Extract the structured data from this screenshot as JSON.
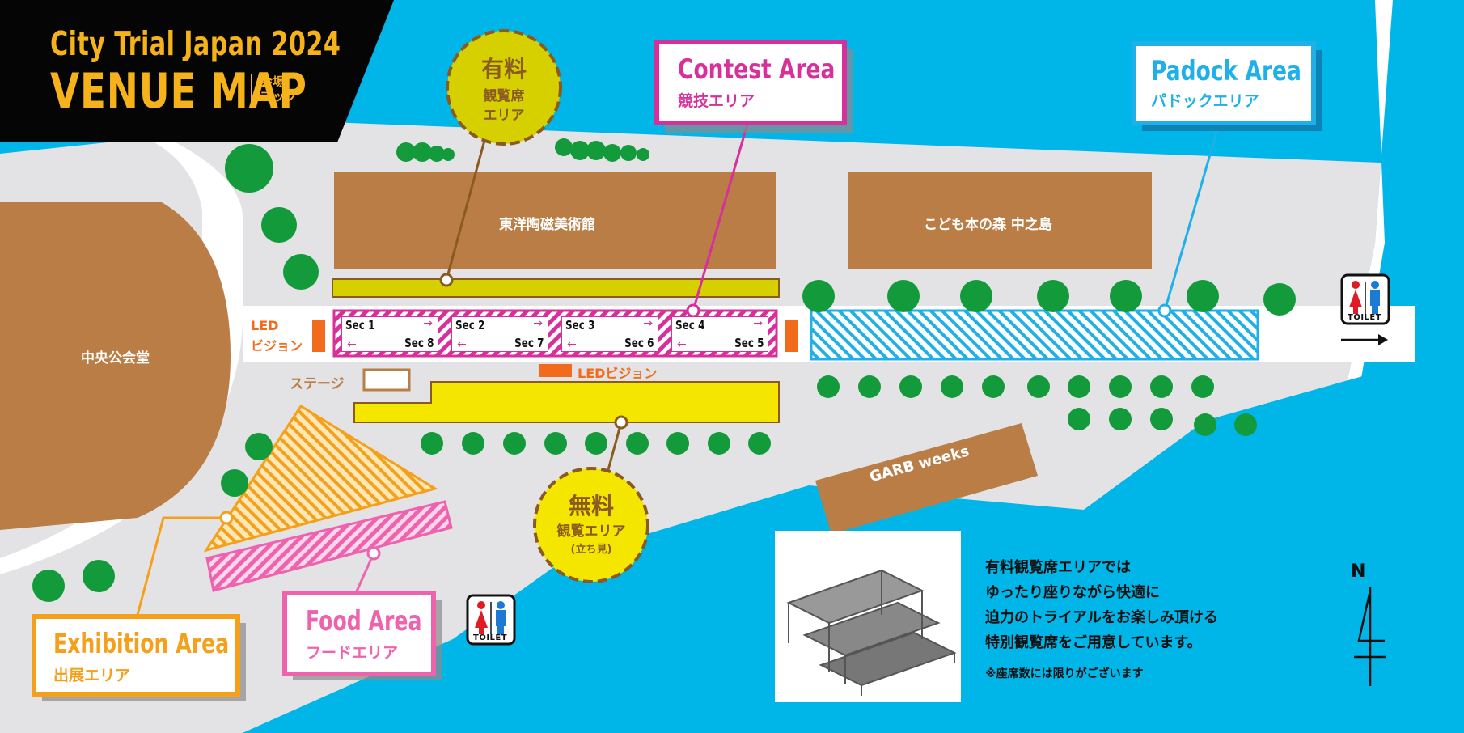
{
  "title": {
    "line1": "City Trial Japan 2024",
    "line2": "VENUE MAP",
    "line3a": "会場",
    "line3b": "マップ"
  },
  "buildings": {
    "museum": "東洋陶磁美術館",
    "kodomo": "こども本の森 中之島",
    "hall": "中央公会堂",
    "garb": "GARB weeks"
  },
  "labels": {
    "paid_seat_1": "有料",
    "paid_seat_2": "観覧席",
    "paid_seat_3": "エリア",
    "free_1": "無料",
    "free_2": "観覧エリア",
    "free_3": "(立ち見)",
    "contest_en": "Contest Area",
    "contest_jp": "競技エリア",
    "padock_en": "Padock Area",
    "padock_jp": "パドックエリア",
    "exhibition_en": "Exhibition Area",
    "exhibition_jp": "出展エリア",
    "food_en": "Food Area",
    "food_jp": "フードエリア",
    "led_left_1": "LED",
    "led_left_2": "ビジョン",
    "led_center": "LEDビジョン",
    "stage": "ステージ",
    "toilet": "TOILET"
  },
  "sections": [
    {
      "top": "Sec 1",
      "bottom": "Sec 8"
    },
    {
      "top": "Sec 2",
      "bottom": "Sec 7"
    },
    {
      "top": "Sec 3",
      "bottom": "Sec 6"
    },
    {
      "top": "Sec 4",
      "bottom": "Sec 5"
    }
  ],
  "description": {
    "line1": "有料観覧席エリアでは",
    "line2": "ゆったり座りながら快適に",
    "line3": "迫力のトライアルをお楽しみ頂ける",
    "line4": "特別観覧席をご用意しています。",
    "note": "※座席数には限りがございます"
  },
  "compass": "N",
  "colors": {
    "water": "#00b5e8",
    "ground": "#e3e3e6",
    "building": "#b97d45",
    "paid": "#d6d000",
    "free": "#f5e600",
    "contest": "#d8309a",
    "padock": "#1fb0e8",
    "exhibition": "#f5a01a",
    "food": "#ee63ad",
    "tree": "#139a3a",
    "led": "#f26a1b",
    "title_bg": "#050505",
    "title_text": "#f5b21a"
  },
  "icons": [
    "toilet-icon",
    "arrow-right-icon",
    "north-arrow-icon",
    "bleacher-image"
  ]
}
